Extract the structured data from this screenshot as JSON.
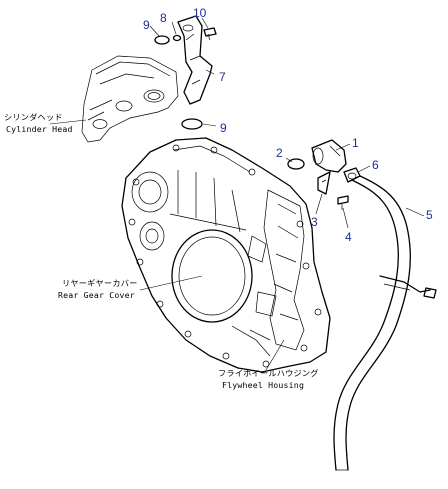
{
  "callouts": [
    "1",
    "2",
    "3",
    "4",
    "5",
    "6",
    "7",
    "8",
    "9",
    "9",
    "10"
  ],
  "labels": {
    "cylinder_head": {
      "jp": "シリンダヘッド",
      "en": "Cylinder Head"
    },
    "rear_gear_cover": {
      "jp": "リヤーギヤーカバー",
      "en": "Rear Gear Cover"
    },
    "flywheel_housing": {
      "jp": "フライホイールハウジング",
      "en": "Flywheel Housing"
    }
  },
  "colors": {
    "callout": "#1f2f8f",
    "line": "#000000",
    "background": "#ffffff"
  }
}
